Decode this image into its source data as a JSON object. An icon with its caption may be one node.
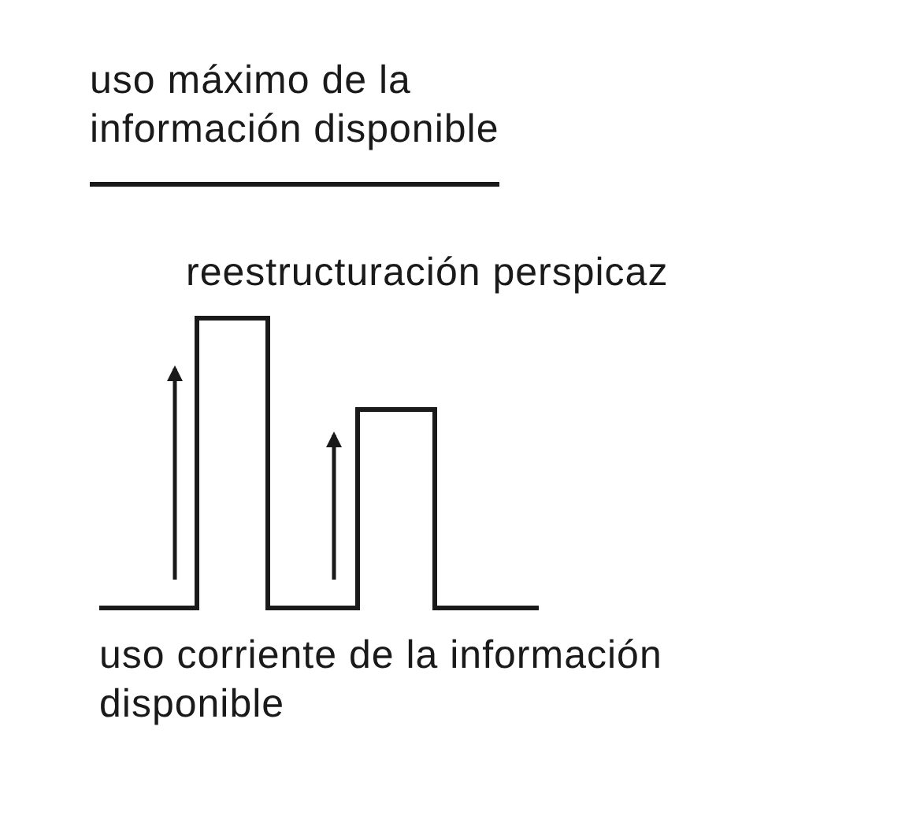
{
  "diagram": {
    "labels": [
      "uso máximo de la información disponible",
      "reestructuración perspicaz",
      "uso corriente de la información disponible"
    ]
  }
}
